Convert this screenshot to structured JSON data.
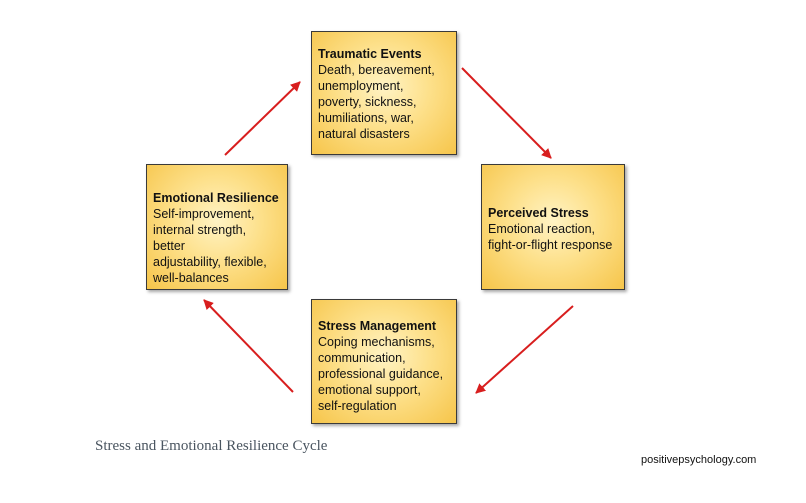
{
  "diagram": {
    "nodes": {
      "traumatic": {
        "title": "Traumatic Events",
        "body": "Death, bereavement,\nunemployment,\npoverty, sickness,\nhumiliations, war,\nnatural disasters"
      },
      "perceived": {
        "title": "Perceived Stress",
        "body": "Emotional reaction,\nfight-or-flight response"
      },
      "management": {
        "title": "Stress Management",
        "body": "Coping mechanisms,\ncommunication,\nprofessional guidance,\nemotional support,\nself-regulation"
      },
      "resilience": {
        "title": "Emotional Resilience",
        "body": "Self-improvement,\ninternal strength, better\nadjustability, flexible,\nwell-balances"
      }
    },
    "edges": [
      {
        "from": "traumatic",
        "to": "perceived"
      },
      {
        "from": "perceived",
        "to": "management"
      },
      {
        "from": "management",
        "to": "resilience"
      },
      {
        "from": "resilience",
        "to": "traumatic"
      }
    ],
    "colors": {
      "arrow": "#d81e1e",
      "box_fill": "#f6c54a",
      "box_border": "#3a3a3a"
    }
  },
  "caption": "Stress and Emotional Resilience Cycle",
  "source": "positivepsychology.com"
}
